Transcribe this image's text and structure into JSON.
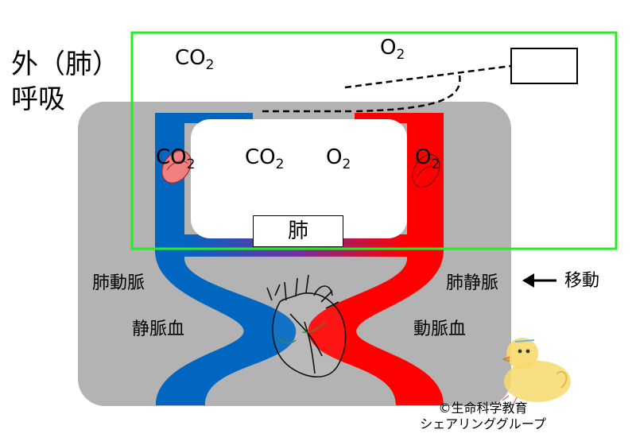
{
  "title": {
    "line1": "外（肺）",
    "line2": "呼吸"
  },
  "lung": {
    "label": "肺"
  },
  "outside": {
    "co2_label": "CO",
    "co2_sub": "2",
    "o2_label": "O",
    "o2_sub": "2"
  },
  "alveolus": {
    "co2_label": "CO",
    "co2_sub": "2",
    "o2_label": "O",
    "o2_sub": "2"
  },
  "vessel_left": {
    "co2_label": "CO",
    "co2_sub": "2"
  },
  "vessel_right": {
    "o2_label": "O",
    "o2_sub": "2"
  },
  "labels": {
    "pulmonary_artery": "肺動脈",
    "pulmonary_vein": "肺静脈",
    "venous_blood": "静脈血",
    "arterial_blood": "動脈血",
    "movement": "移動"
  },
  "credit": {
    "line1": "©生命科学教育",
    "line2": "シェアリンググループ"
  },
  "colors": {
    "background_box": "#b3b3b3",
    "venous": "#0066c0",
    "arterial": "#ff0000",
    "highlight_frame": "#22ee22",
    "red_cell": "#f08080"
  },
  "icons": [
    "heart-icon",
    "red-blood-cell-icon",
    "chick-icon",
    "arrow-left-icon"
  ]
}
